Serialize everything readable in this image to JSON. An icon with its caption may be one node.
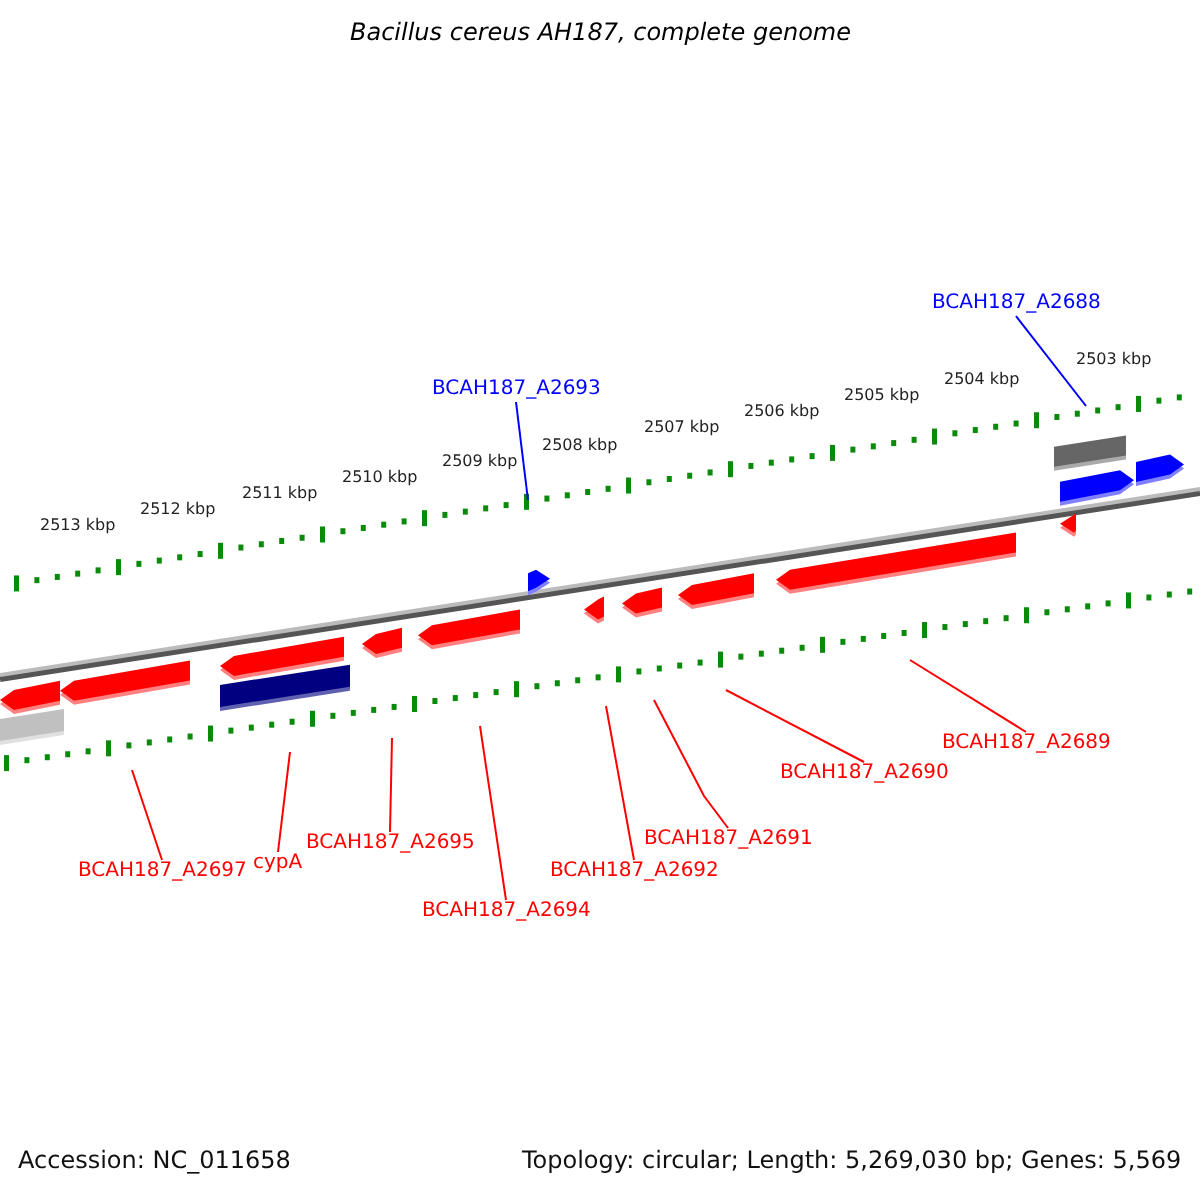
{
  "diagram": {
    "title": "Bacillus cereus AH187, complete genome",
    "nodes": [
      {
        "text": [
          "BCAH187_A2688"
        ]
      },
      {
        "text": [
          "BCAH187_A2693"
        ]
      },
      {
        "text": [
          "BCAH187_A2697"
        ]
      },
      {
        "text": [
          "cypA"
        ]
      },
      {
        "text": [
          "BCAH187_A2695"
        ]
      },
      {
        "text": [
          "BCAH187_A2694"
        ]
      },
      {
        "text": [
          "BCAH187_A2691"
        ]
      },
      {
        "text": [
          "BCAH187_A2692"
        ]
      },
      {
        "text": [
          "BCAH187_A2690"
        ]
      },
      {
        "text": [
          "BCAH187_A2689"
        ]
      }
    ],
    "edges": [
      {
        "from": 0,
        "to": null,
        "arrow": "none",
        "color": "#0000ff"
      },
      {
        "from": 1,
        "to": null,
        "arrow": "none",
        "color": "#0000ff"
      },
      {
        "from": 2,
        "to": null,
        "arrow": "none"
      },
      {
        "from": 3,
        "to": null,
        "arrow": "none"
      },
      {
        "from": 4,
        "to": null,
        "arrow": "none"
      },
      {
        "from": 5,
        "to": null,
        "arrow": "none"
      },
      {
        "from": 6,
        "to": null,
        "arrow": "none"
      },
      {
        "from": 7,
        "to": null,
        "arrow": "none"
      },
      {
        "from": 8,
        "to": null,
        "arrow": "none"
      },
      {
        "from": 9,
        "to": null,
        "arrow": "none"
      }
    ],
    "labels": [
      "2503 kbp",
      "2504 kbp",
      "2505 kbp",
      "2506 kbp",
      "2507 kbp",
      "2508 kbp",
      "2509 kbp",
      "2510 kbp",
      "2511 kbp",
      "2512 kbp",
      "2513 kbp",
      "Accession: NC_011658",
      "Topology: circular; Length: 5,269,030 bp; Genes: 5,569"
    ]
  }
}
